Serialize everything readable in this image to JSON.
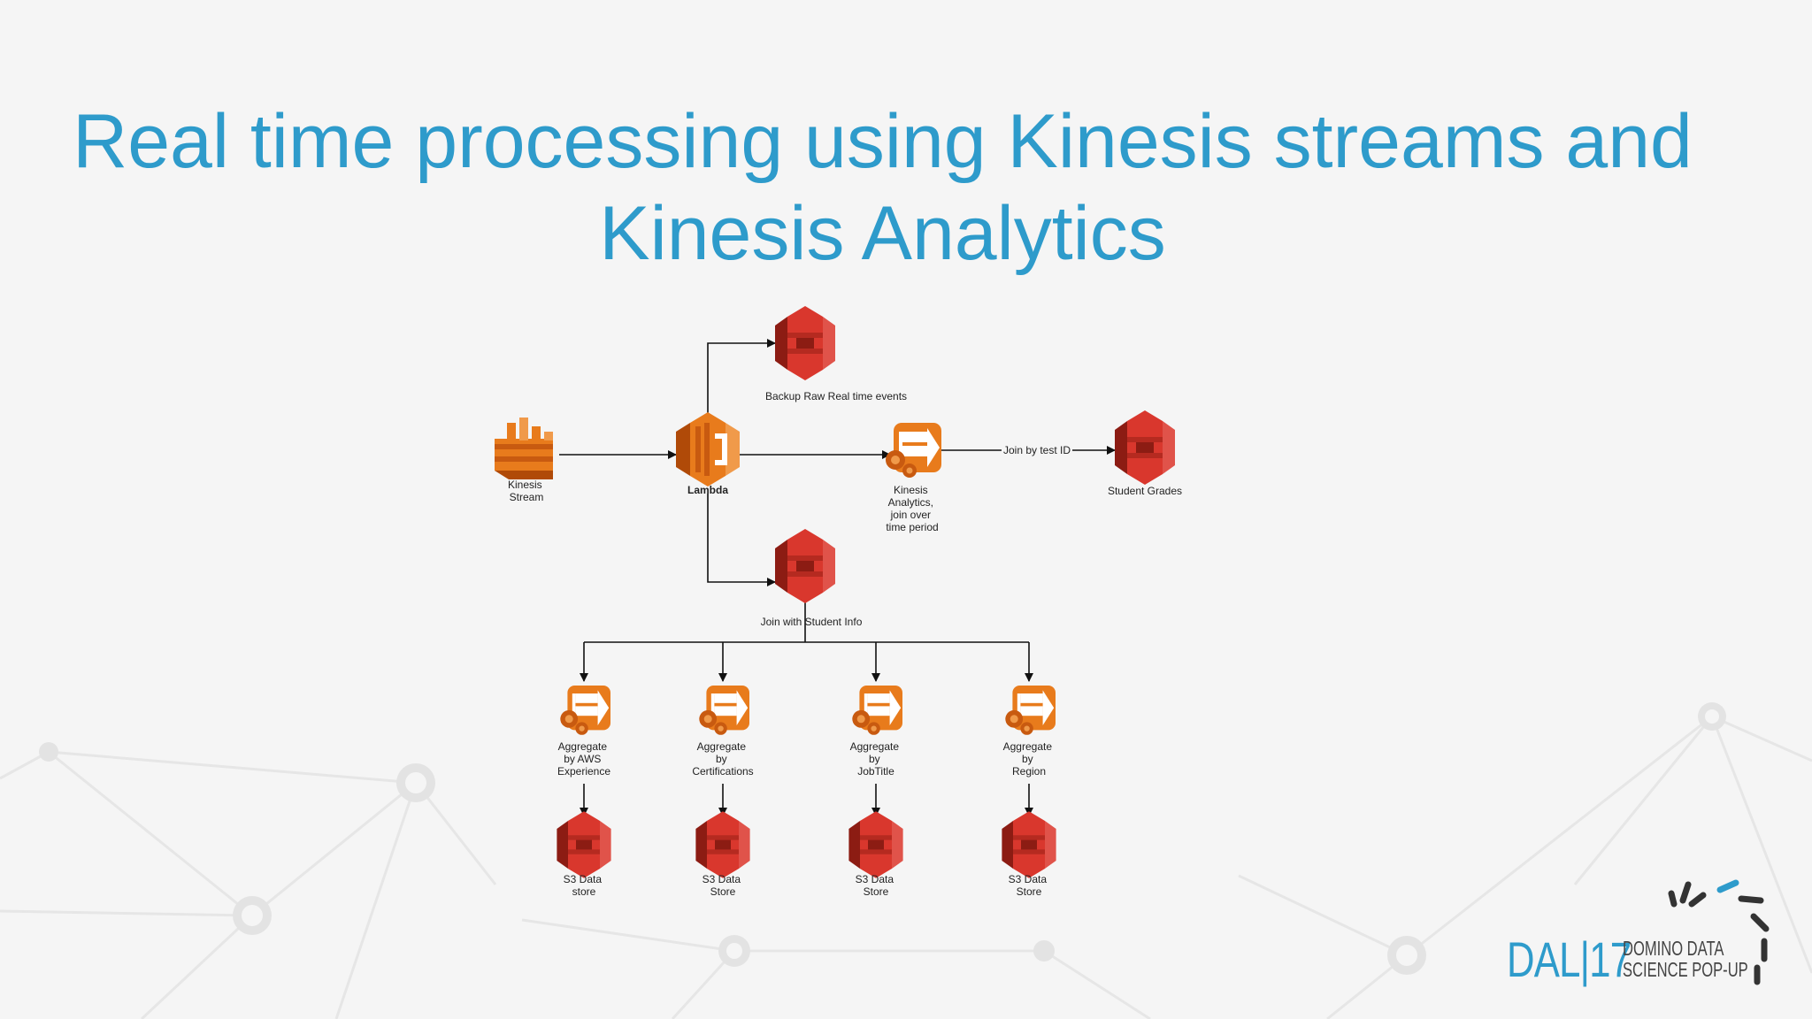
{
  "slide": {
    "title_line1": "Real time processing using Kinesis streams and",
    "title_line2": "Kinesis Analytics"
  },
  "colors": {
    "title": "#2e9bcb",
    "s3": "#d9372d",
    "kinesis": "#e87b1c",
    "background": "#f5f5f5"
  },
  "diagram": {
    "nodes": {
      "kinesis_stream": {
        "label_lines": [
          "Kinesis",
          "Stream"
        ],
        "icon": "kinesis-stream-icon"
      },
      "lambda": {
        "label": "Lambda",
        "icon": "lambda-icon"
      },
      "backup_bucket": {
        "label": "Backup Raw Real time events",
        "icon": "s3-bucket-icon"
      },
      "kinesis_analytics": {
        "label_lines": [
          "Kinesis",
          "Analytics,",
          "join over",
          "time period"
        ],
        "icon": "kinesis-analytics-icon"
      },
      "student_grades": {
        "label": "Student Grades",
        "icon": "s3-bucket-icon"
      },
      "student_info": {
        "label": "Join with Student Info",
        "icon": "s3-bucket-icon"
      }
    },
    "edge_labels": {
      "join_by_test_id": "Join by test ID"
    },
    "aggregates": [
      {
        "label_lines": [
          "Aggregate",
          "by AWS",
          "Experience"
        ],
        "store_lines": [
          "S3 Data",
          "store"
        ]
      },
      {
        "label_lines": [
          "Aggregate",
          "by",
          "Certifications"
        ],
        "store_lines": [
          "S3 Data",
          "Store"
        ]
      },
      {
        "label_lines": [
          "Aggregate",
          "by",
          "JobTitle"
        ],
        "store_lines": [
          "S3 Data",
          "Store"
        ]
      },
      {
        "label_lines": [
          "Aggregate",
          "by",
          "Region"
        ],
        "store_lines": [
          "S3 Data",
          "Store"
        ]
      }
    ]
  },
  "logo": {
    "dal": "DAL|17",
    "line1": "DOMINO DATA",
    "line2": "SCIENCE POP-UP"
  }
}
